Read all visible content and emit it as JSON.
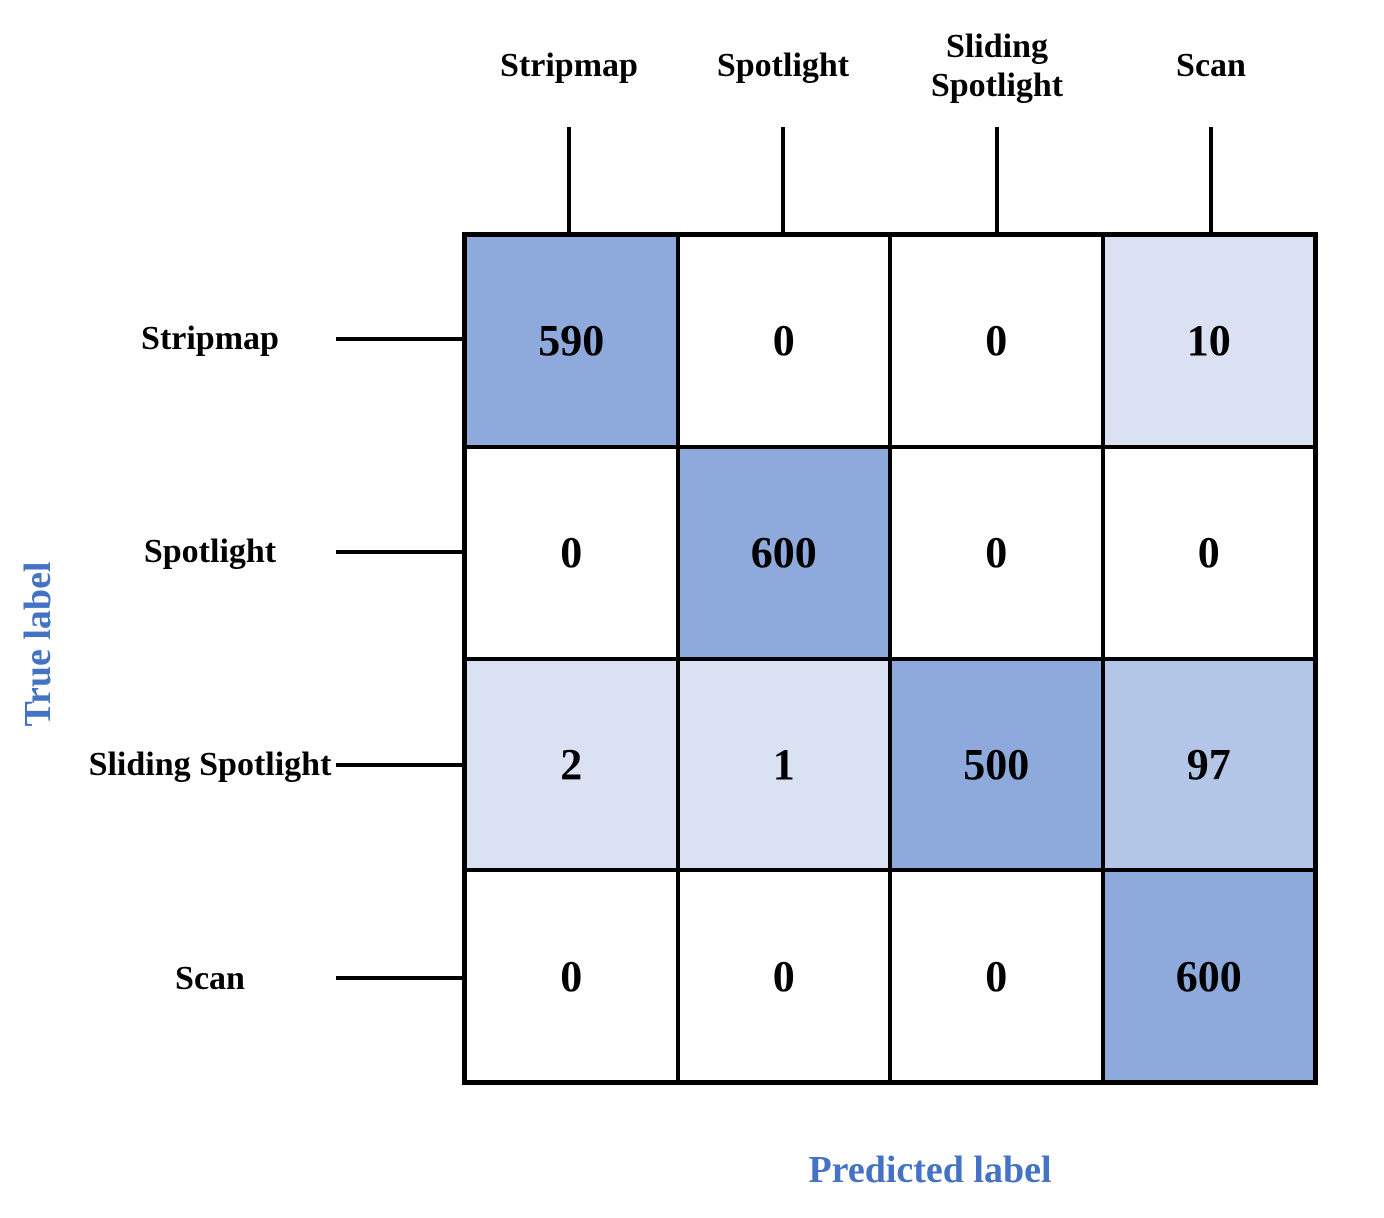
{
  "chart_data": {
    "type": "heatmap",
    "description": "confusion-matrix",
    "x_categories": [
      "Stripmap",
      "Spotlight",
      "Sliding Spotlight",
      "Scan"
    ],
    "y_categories": [
      "Stripmap",
      "Spotlight",
      "Sliding Spotlight",
      "Scan"
    ],
    "xlabel": "Predicted label",
    "ylabel": "True label",
    "matrix": [
      [
        590,
        0,
        0,
        10
      ],
      [
        0,
        600,
        0,
        0
      ],
      [
        2,
        1,
        500,
        97
      ],
      [
        0,
        0,
        0,
        600
      ]
    ],
    "cell_fills": [
      [
        "#8EA9DB",
        "#FFFFFF",
        "#FFFFFF",
        "#D9E1F2"
      ],
      [
        "#FFFFFF",
        "#8EA9DB",
        "#FFFFFF",
        "#FFFFFF"
      ],
      [
        "#D9E1F2",
        "#D9E1F2",
        "#8EA9DB",
        "#B4C6E7"
      ],
      [
        "#FFFFFF",
        "#FFFFFF",
        "#FFFFFF",
        "#8EA9DB"
      ]
    ],
    "colors": {
      "axis_label": "#4472C4",
      "grid_line": "#000000",
      "value_text": "#000000"
    },
    "legend": "none",
    "grid": "on"
  }
}
